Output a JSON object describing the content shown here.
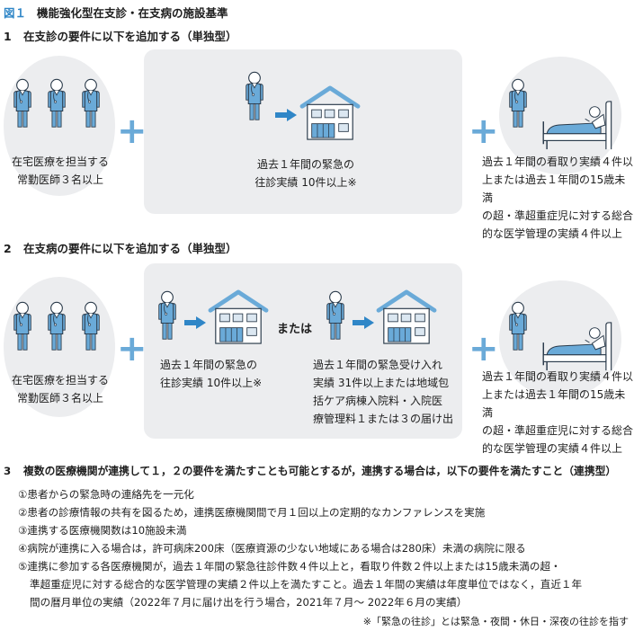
{
  "title": {
    "fig_label": "図１",
    "text": "機能強化型在支診・在支病の施設基準"
  },
  "section1": {
    "num": "1",
    "heading": "在支診の要件に以下を追加する（単独型）",
    "req1": [
      "在宅医療を担当する",
      "常勤医師３名以上"
    ],
    "req2": [
      "過去１年間の緊急の",
      "往診実績 10件以上※"
    ],
    "req3": [
      "過去１年間の看取り実績４件以",
      "上または過去１年間の15歳未満",
      "の超・準超重症児に対する総合",
      "的な医学管理の実績４件以上"
    ]
  },
  "section2": {
    "num": "2",
    "heading": "在支病の要件に以下を追加する（単独型）",
    "req1": [
      "在宅医療を担当する",
      "常勤医師３名以上"
    ],
    "req2a": [
      "過去１年間の緊急の",
      "往診実績 10件以上※"
    ],
    "or_label": "または",
    "req2b": [
      "過去１年間の緊急受け入れ",
      "実績 31件以上または地域包",
      "括ケア病棟入院料・入院医",
      "療管理料１または３の届け出"
    ],
    "req3": [
      "過去１年間の看取り実績４件以",
      "上または過去１年間の15歳未満",
      "の超・準超重症児に対する総合",
      "的な医学管理の実績４件以上"
    ]
  },
  "section3": {
    "num": "3",
    "heading": "複数の医療機関が連携して１，２の要件を満たすことも可能とするが，連携する場合は，以下の要件を満たすこと（連携型）",
    "items": [
      "①患者からの緊急時の連絡先を一元化",
      "②患者の診療情報の共有を図るため，連携医療機関間で月１回以上の定期的なカンファレンスを実施",
      "③連携する医療機関数は10施設未満",
      "④病院が連携に入る場合は，許可病床200床（医療資源の少ない地域にある場合は280床）未満の病院に限る",
      "⑤連携に参加する各医療機関が，過去１年間の緊急往診件数４件以上と，看取り件数２件以上または15歳未満の超・",
      "準超重症児に対する総合的な医学管理の実績２件以上を満たすこと。過去１年間の実績は年度単位ではなく，直近１年",
      "間の暦月単位の実績（2022年７月に届け出を行う場合，2021年７月〜 2022年６月の実績）"
    ]
  },
  "footnote": "※「緊急の往診」とは緊急・夜間・休日・深夜の往診を指す",
  "colors": {
    "accent": "#2f86c7",
    "figure": "#6aaad8",
    "panel": "#ecedef"
  },
  "icons": [
    "doctor-icon",
    "clinic-building-icon",
    "arrow-right-icon",
    "patient-bed-icon",
    "plus-icon"
  ]
}
